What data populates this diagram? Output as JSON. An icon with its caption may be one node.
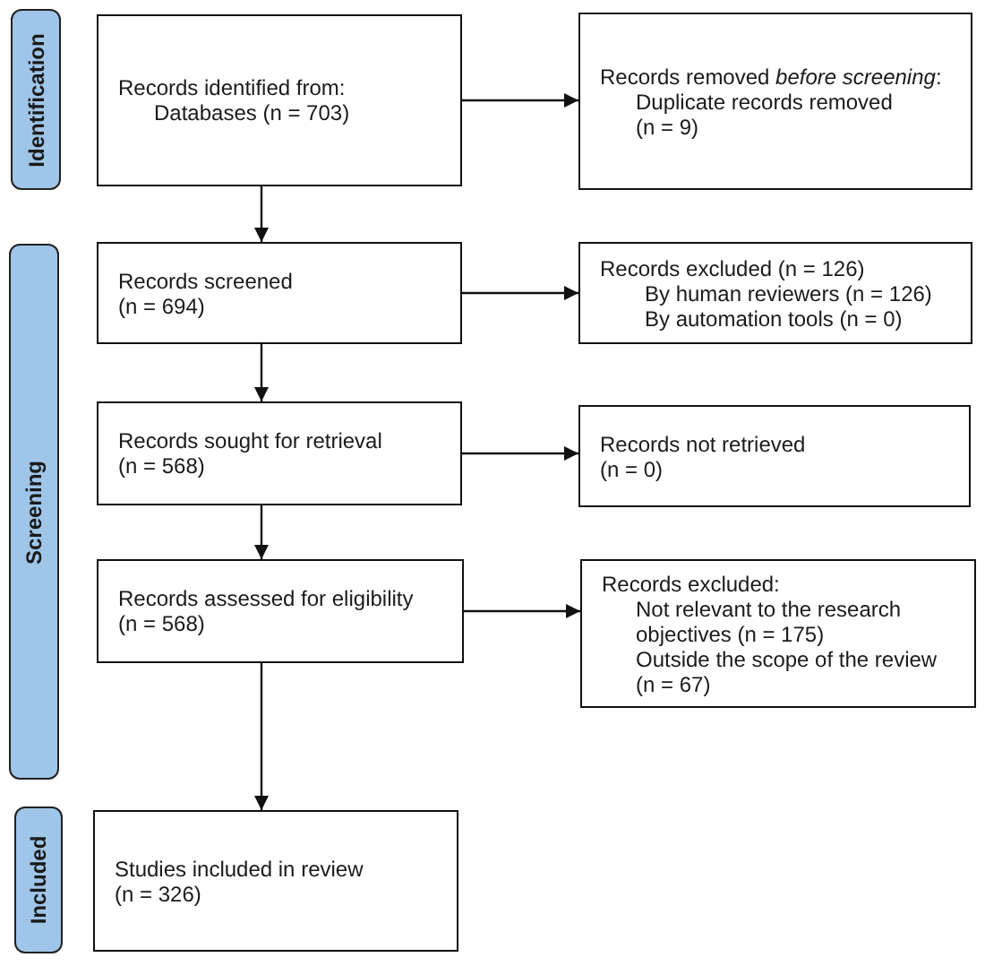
{
  "diagram": {
    "nodes": [
      {
        "text": [
          "Identification"
        ]
      },
      {
        "text": [
          "Records identified from:",
          "Databases (n = 703)"
        ]
      },
      {
        "text": [
          "Records removed *before screening*:",
          "Duplicate records removed (n = 9)"
        ]
      },
      {
        "text": [
          "Screening"
        ]
      },
      {
        "text": [
          "Records screened (n = 694)"
        ]
      },
      {
        "text": [
          "Records excluded (n = 126)",
          "By human reviewers (n = 126)",
          "By automation tools (n = 0)"
        ]
      },
      {
        "text": [
          "Records sought for retrieval (n = 568)"
        ]
      },
      {
        "text": [
          "Records not retrieved (n = 0)"
        ]
      },
      {
        "text": [
          "Records assessed for eligibility (n = 568)"
        ]
      },
      {
        "text": [
          "Records excluded:",
          "Not relevant to the research objectives (n = 175)",
          "Outside the scope of the review (n = 67)"
        ]
      },
      {
        "text": [
          "Included"
        ]
      },
      {
        "text": [
          "Studies included in review (n = 326)"
        ]
      }
    ],
    "edges": [
      {
        "from": 1,
        "to": 2,
        "arrow": "to"
      },
      {
        "from": 1,
        "to": 4,
        "arrow": "to"
      },
      {
        "from": 4,
        "to": 5,
        "arrow": "to"
      },
      {
        "from": 4,
        "to": 6,
        "arrow": "to"
      },
      {
        "from": 6,
        "to": 7,
        "arrow": "to"
      },
      {
        "from": 6,
        "to": 8,
        "arrow": "to"
      },
      {
        "from": 8,
        "to": 9,
        "arrow": "to"
      },
      {
        "from": 8,
        "to": 11,
        "arrow": "to"
      }
    ]
  }
}
